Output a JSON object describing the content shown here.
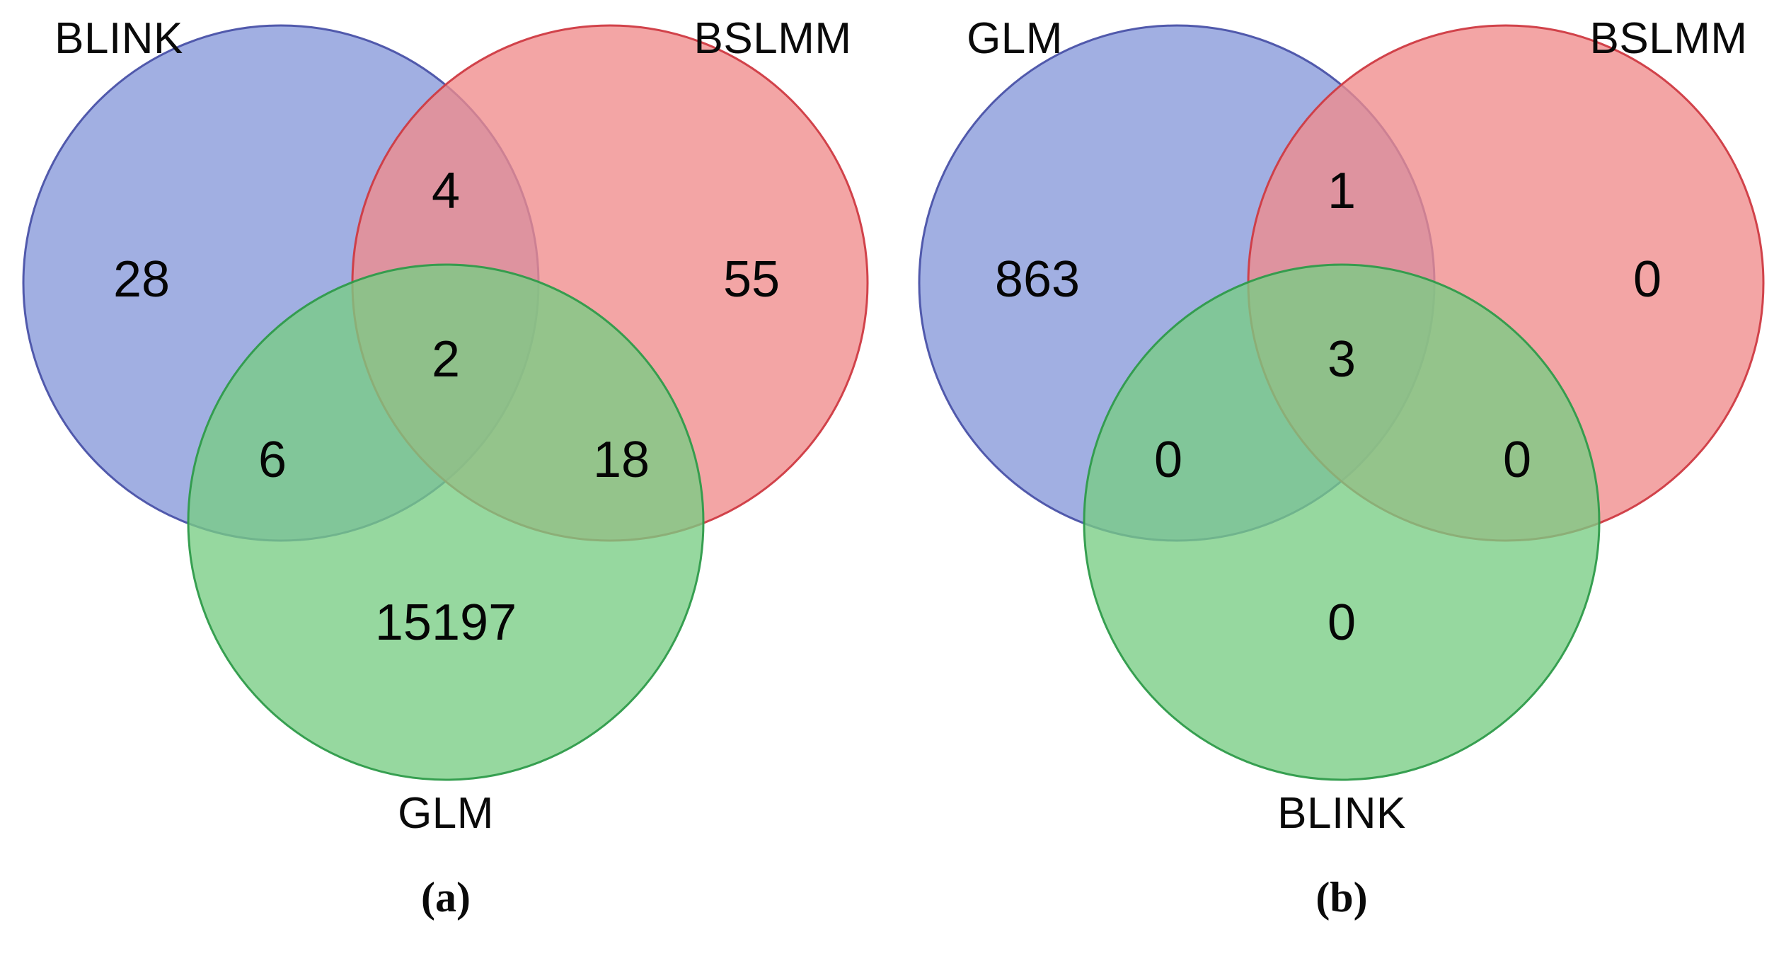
{
  "figure": {
    "background": "#ffffff",
    "panels": [
      {
        "caption": "(a)",
        "sets": {
          "top_left": "BLINK",
          "top_right": "BSLMM",
          "bottom": "GLM"
        },
        "counts": {
          "only_top_left": "28",
          "top_left_and_top_right": "4",
          "only_top_right": "55",
          "all_three": "2",
          "top_left_and_bottom": "6",
          "top_right_and_bottom": "18",
          "only_bottom": "15197"
        }
      },
      {
        "caption": "(b)",
        "sets": {
          "top_left": "GLM",
          "top_right": "BSLMM",
          "bottom": "BLINK"
        },
        "counts": {
          "only_top_left": "863",
          "top_left_and_top_right": "1",
          "only_top_right": "0",
          "all_three": "3",
          "top_left_and_bottom": "0",
          "top_right_and_bottom": "0",
          "only_bottom": "0"
        }
      }
    ]
  },
  "chart_data": {
    "type": "venn",
    "title": "",
    "diagrams": [
      {
        "label": "(a)",
        "sets": [
          "BLINK",
          "BSLMM",
          "GLM"
        ],
        "set_colors": [
          "#8799da",
          "#ef8c8c",
          "#79cd84"
        ],
        "regions": [
          {
            "sets": [
              "BLINK"
            ],
            "value": 28
          },
          {
            "sets": [
              "BSLMM"
            ],
            "value": 55
          },
          {
            "sets": [
              "GLM"
            ],
            "value": 15197
          },
          {
            "sets": [
              "BLINK",
              "BSLMM"
            ],
            "value": 4
          },
          {
            "sets": [
              "BLINK",
              "GLM"
            ],
            "value": 6
          },
          {
            "sets": [
              "BSLMM",
              "GLM"
            ],
            "value": 18
          },
          {
            "sets": [
              "BLINK",
              "BSLMM",
              "GLM"
            ],
            "value": 2
          }
        ]
      },
      {
        "label": "(b)",
        "sets": [
          "GLM",
          "BSLMM",
          "BLINK"
        ],
        "set_colors": [
          "#8799da",
          "#ef8c8c",
          "#79cd84"
        ],
        "regions": [
          {
            "sets": [
              "GLM"
            ],
            "value": 863
          },
          {
            "sets": [
              "BSLMM"
            ],
            "value": 0
          },
          {
            "sets": [
              "BLINK"
            ],
            "value": 0
          },
          {
            "sets": [
              "GLM",
              "BSLMM"
            ],
            "value": 1
          },
          {
            "sets": [
              "GLM",
              "BLINK"
            ],
            "value": 0
          },
          {
            "sets": [
              "BSLMM",
              "BLINK"
            ],
            "value": 0
          },
          {
            "sets": [
              "GLM",
              "BSLMM",
              "BLINK"
            ],
            "value": 3
          }
        ]
      }
    ]
  },
  "colors": {
    "blue_fill": "#8799da",
    "blue_stroke": "#4a52a8",
    "red_fill": "#ef8c8c",
    "red_stroke": "#cf3a42",
    "green_fill": "#79cd84",
    "green_stroke": "#2e9b4a",
    "text": "#0a0a0a",
    "background": "#ffffff"
  }
}
